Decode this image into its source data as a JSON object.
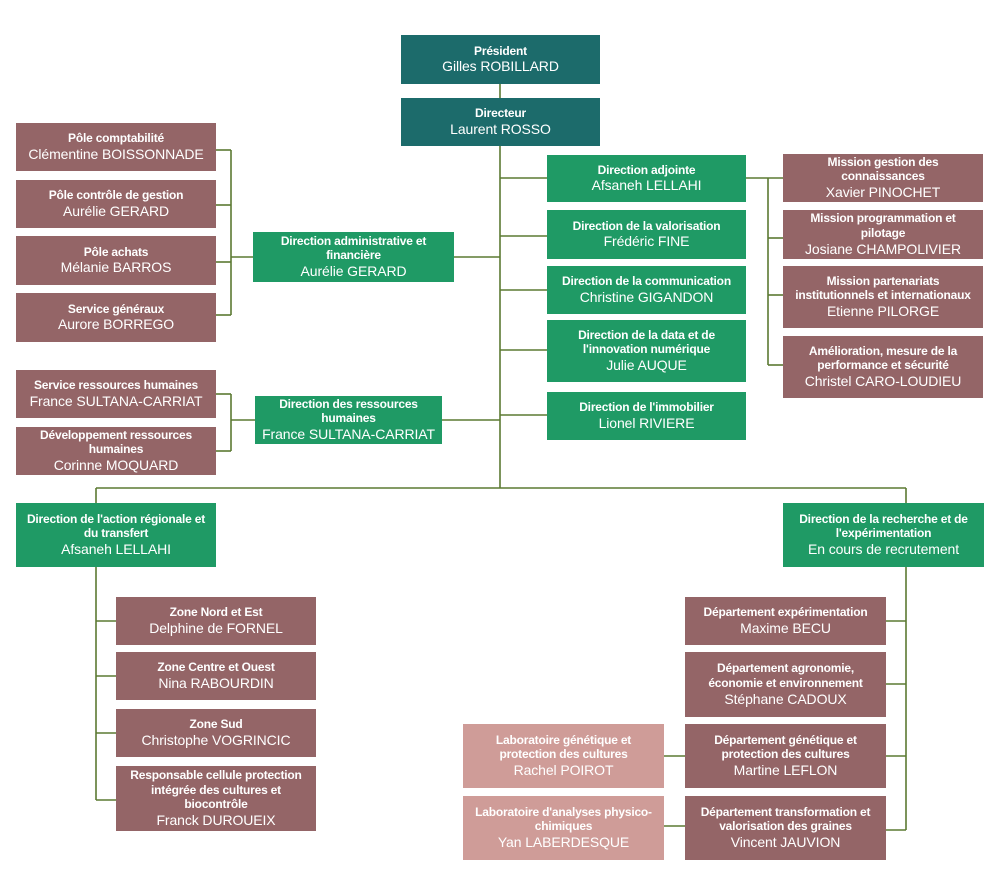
{
  "colors": {
    "top": "#1c6b6b",
    "direction": "#1f9a65",
    "unit": "#946567",
    "laboratory": "#cf9c98",
    "connector": "#5c7a32"
  },
  "president": {
    "title": "Président",
    "name": "Gilles ROBILLARD"
  },
  "directeur": {
    "title": "Directeur",
    "name": "Laurent ROSSO"
  },
  "poles": [
    {
      "title": "Pôle comptabilité",
      "name": "Clémentine BOISSONNADE"
    },
    {
      "title": "Pôle contrôle de gestion",
      "name": "Aurélie GERARD"
    },
    {
      "title": "Pôle achats",
      "name": "Mélanie BARROS"
    },
    {
      "title": "Service généraux",
      "name": "Aurore BORREGO"
    }
  ],
  "daf": {
    "title": "Direction administrative et financière",
    "name": "Aurélie GERARD"
  },
  "rh_services": [
    {
      "title": "Service ressources humaines",
      "name": "France SULTANA-CARRIAT"
    },
    {
      "title": "Développement ressources humaines",
      "name": "Corinne MOQUARD"
    }
  ],
  "drh": {
    "title": "Direction des ressources humaines",
    "name": "France SULTANA-CARRIAT"
  },
  "directions": [
    {
      "title": "Direction adjointe",
      "name": "Afsaneh LELLAHI"
    },
    {
      "title": "Direction de la valorisation",
      "name": "Frédéric FINE"
    },
    {
      "title": "Direction de la communication",
      "name": "Christine GIGANDON"
    },
    {
      "title": "Direction de la data et de l'innovation numérique",
      "name": "Julie AUQUE"
    },
    {
      "title": "Direction de l'immobilier",
      "name": "Lionel RIVIERE"
    }
  ],
  "missions": [
    {
      "title": "Mission gestion des connaissances",
      "name": "Xavier PINOCHET"
    },
    {
      "title": "Mission programmation et pilotage",
      "name": "Josiane CHAMPOLIVIER"
    },
    {
      "title": "Mission partenariats institutionnels et internationaux",
      "name": "Etienne PILORGE"
    },
    {
      "title": "Amélioration, mesure de la performance et sécurité",
      "name": "Christel CARO-LOUDIEU"
    }
  ],
  "regional": {
    "title": "Direction de l'action régionale et du transfert",
    "name": "Afsaneh LELLAHI"
  },
  "zones": [
    {
      "title": "Zone Nord et Est",
      "name": "Delphine de FORNEL"
    },
    {
      "title": "Zone Centre et Ouest",
      "name": "Nina RABOURDIN"
    },
    {
      "title": "Zone Sud",
      "name": "Christophe VOGRINCIC"
    },
    {
      "title": "Responsable cellule protection intégrée des cultures et biocontrôle",
      "name": "Franck DUROUEIX"
    }
  ],
  "recherche": {
    "title": "Direction de la recherche et de l'expérimentation",
    "name": "En cours de recrutement"
  },
  "departements": [
    {
      "title": "Département expérimentation",
      "name": "Maxime BECU"
    },
    {
      "title": "Département agronomie, économie et environnement",
      "name": "Stéphane CADOUX"
    },
    {
      "title": "Département génétique et protection des cultures",
      "name": "Martine LEFLON"
    },
    {
      "title": "Département transformation et valorisation des graines",
      "name": "Vincent JAUVION"
    }
  ],
  "laboratoires": [
    {
      "title": "Laboratoire génétique et protection des cultures",
      "name": "Rachel POIROT"
    },
    {
      "title": "Laboratoire d'analyses physico-chimiques",
      "name": "Yan LABERDESQUE"
    }
  ]
}
